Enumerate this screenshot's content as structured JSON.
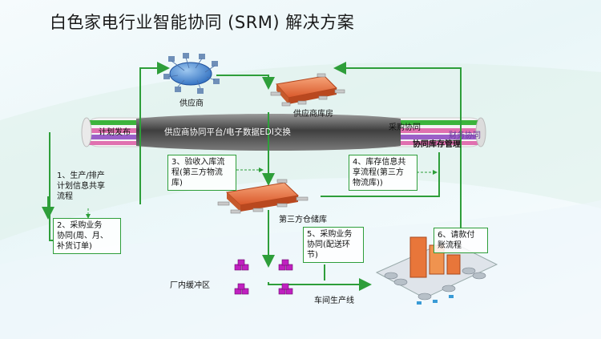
{
  "title": "白色家电行业智能协同 (SRM) 解决方案",
  "nodes": {
    "supplier": "供应商",
    "supplier_warehouse": "供应商库房",
    "third_party_warehouse": "第三方仓储库",
    "buffer_zone": "厂内缓冲区",
    "workshop_line": "车间生产线"
  },
  "pipe": {
    "center_label": "供应商协同平台/电子数据EDI交换",
    "plan_release": "计划发布",
    "purchase_collab": "采购协同",
    "finance_collab": "财务协同",
    "inventory_mgmt": "协同库存管理",
    "colors": {
      "green": "#3cb43c",
      "purple": "#9a5fc8",
      "pink": "#e070b0",
      "gray": "#6b6b6b"
    }
  },
  "boxes": {
    "b1": {
      "lines": [
        "1、生产/排产",
        "计划信息共享",
        "流程"
      ]
    },
    "b2": {
      "lines": [
        "2、采购业务",
        "协同(周、月、",
        "补货订单)"
      ]
    },
    "b3": {
      "lines": [
        "3、验收入库流",
        "程(第三方物流",
        "库)"
      ]
    },
    "b4": {
      "lines": [
        "4、库存信息共",
        "享流程(第三方",
        "物流库))"
      ]
    },
    "b5": {
      "lines": [
        "5、采购业务",
        "协同(配送环",
        "节)"
      ]
    },
    "b6": {
      "lines": [
        "6、请款付",
        "账流程"
      ]
    }
  },
  "colors": {
    "arrow_green": "#2e9e3a",
    "box_orange": "#e8763a",
    "cube_magenta": "#c020c0"
  }
}
